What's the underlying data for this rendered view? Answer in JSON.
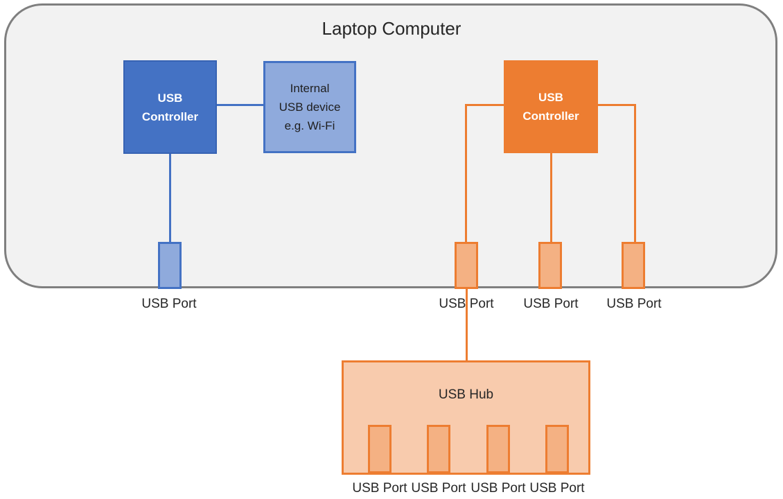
{
  "title": "Laptop Computer",
  "colors": {
    "blue": "#4472C4",
    "blue_dark": "#3763B3",
    "blue_light": "#8FAADC",
    "orange": "#ED7D31",
    "orange_light": "#F4B183",
    "orange_lighter": "#F8CBAD",
    "laptop_fill": "#F2F2F2",
    "laptop_border": "#7F7F7F",
    "text_dark": "#262626"
  },
  "blue_controller": {
    "label": "USB Controller"
  },
  "internal_device": {
    "lines": [
      "Internal",
      "USB device",
      "e.g. Wi-Fi"
    ]
  },
  "orange_controller": {
    "label": "USB Controller"
  },
  "laptop_ports": [
    {
      "label": "USB Port"
    },
    {
      "label": "USB Port"
    },
    {
      "label": "USB Port"
    },
    {
      "label": "USB Port"
    }
  ],
  "hub": {
    "label": "USB Hub",
    "ports": [
      {
        "label": "USB Port"
      },
      {
        "label": "USB Port"
      },
      {
        "label": "USB Port"
      },
      {
        "label": "USB Port"
      }
    ]
  }
}
